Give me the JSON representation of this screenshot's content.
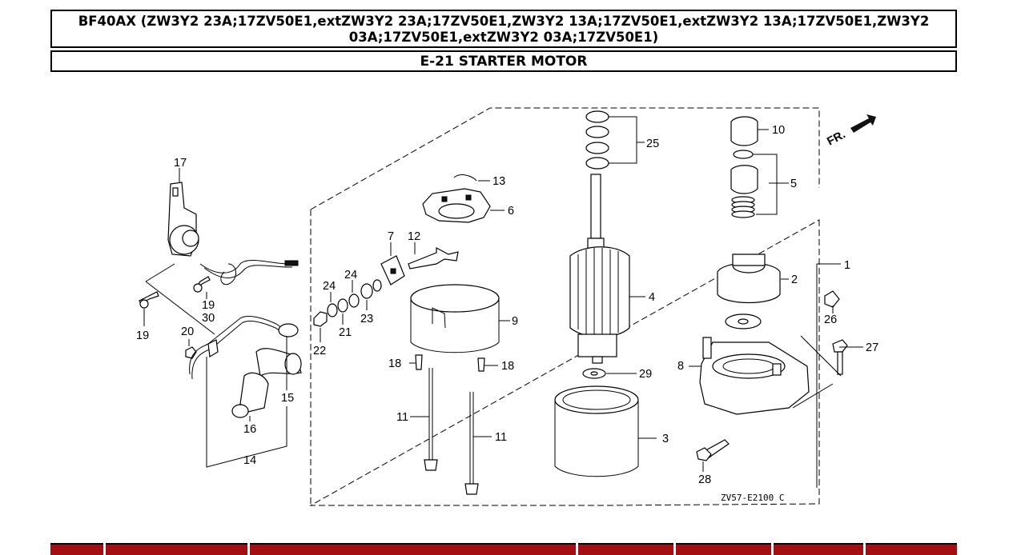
{
  "header": {
    "model_line1": "BF40AX (ZW3Y2 23A;17ZV50E1,extZW3Y2 23A;17ZV50E1,ZW3Y2 13A;17ZV50E1,extZW3Y2 13A;17ZV50E1,ZW3Y2",
    "model_line2": "03A;17ZV50E1,extZW3Y2 03A;17ZV50E1)",
    "section_title": "E-21 STARTER MOTOR"
  },
  "diagram": {
    "direction_label": "FR.",
    "drawing_code": "ZV57-E2100 C",
    "callouts": {
      "c1": "1",
      "c2": "2",
      "c3": "3",
      "c4": "4",
      "c5": "5",
      "c6": "6",
      "c7": "7",
      "c8": "8",
      "c9": "9",
      "c10": "10",
      "c11a": "11",
      "c11b": "11",
      "c12": "12",
      "c13": "13",
      "c14": "14",
      "c15": "15",
      "c16": "16",
      "c17": "17",
      "c18a": "18",
      "c18b": "18",
      "c19a": "19",
      "c19b": "19",
      "c20": "20",
      "c21": "21",
      "c22": "22",
      "c23": "23",
      "c24a": "24",
      "c24b": "24",
      "c25": "25",
      "c26": "26",
      "c27": "27",
      "c28": "28",
      "c29": "29",
      "c30": "30"
    }
  },
  "parts_table": {
    "header_color": "#a30f12"
  }
}
